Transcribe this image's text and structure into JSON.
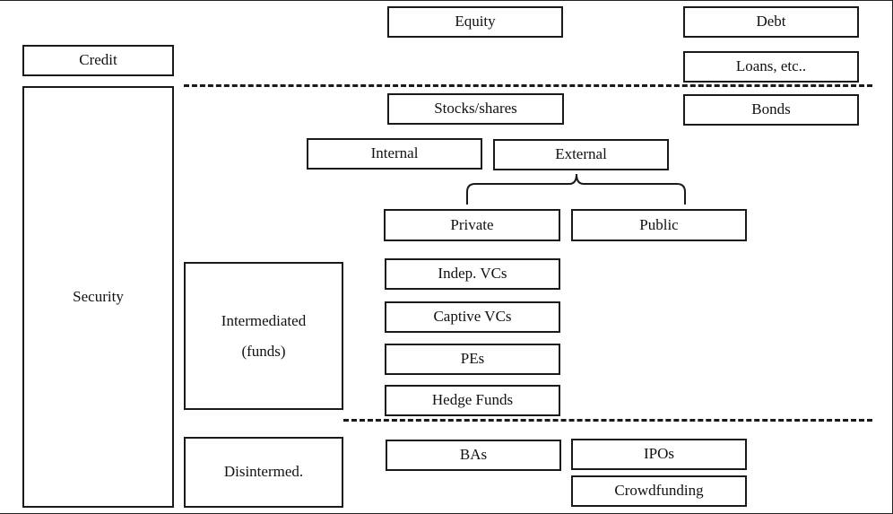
{
  "boxes": {
    "equity": "Equity",
    "debt": "Debt",
    "credit": "Credit",
    "loans": "Loans, etc..",
    "stocks": "Stocks/shares",
    "bonds": "Bonds",
    "security": "Security",
    "internal": "Internal",
    "external": "External",
    "private": "Private",
    "public": "Public",
    "intermediated_line1": "Intermediated",
    "intermediated_line2": "(funds)",
    "indep_vcs": "Indep. VCs",
    "captive_vcs": "Captive VCs",
    "pes": "PEs",
    "hedge_funds": "Hedge Funds",
    "disintermed": "Disintermed.",
    "bas": "BAs",
    "ipos": "IPOs",
    "crowdfunding": "Crowdfunding"
  }
}
